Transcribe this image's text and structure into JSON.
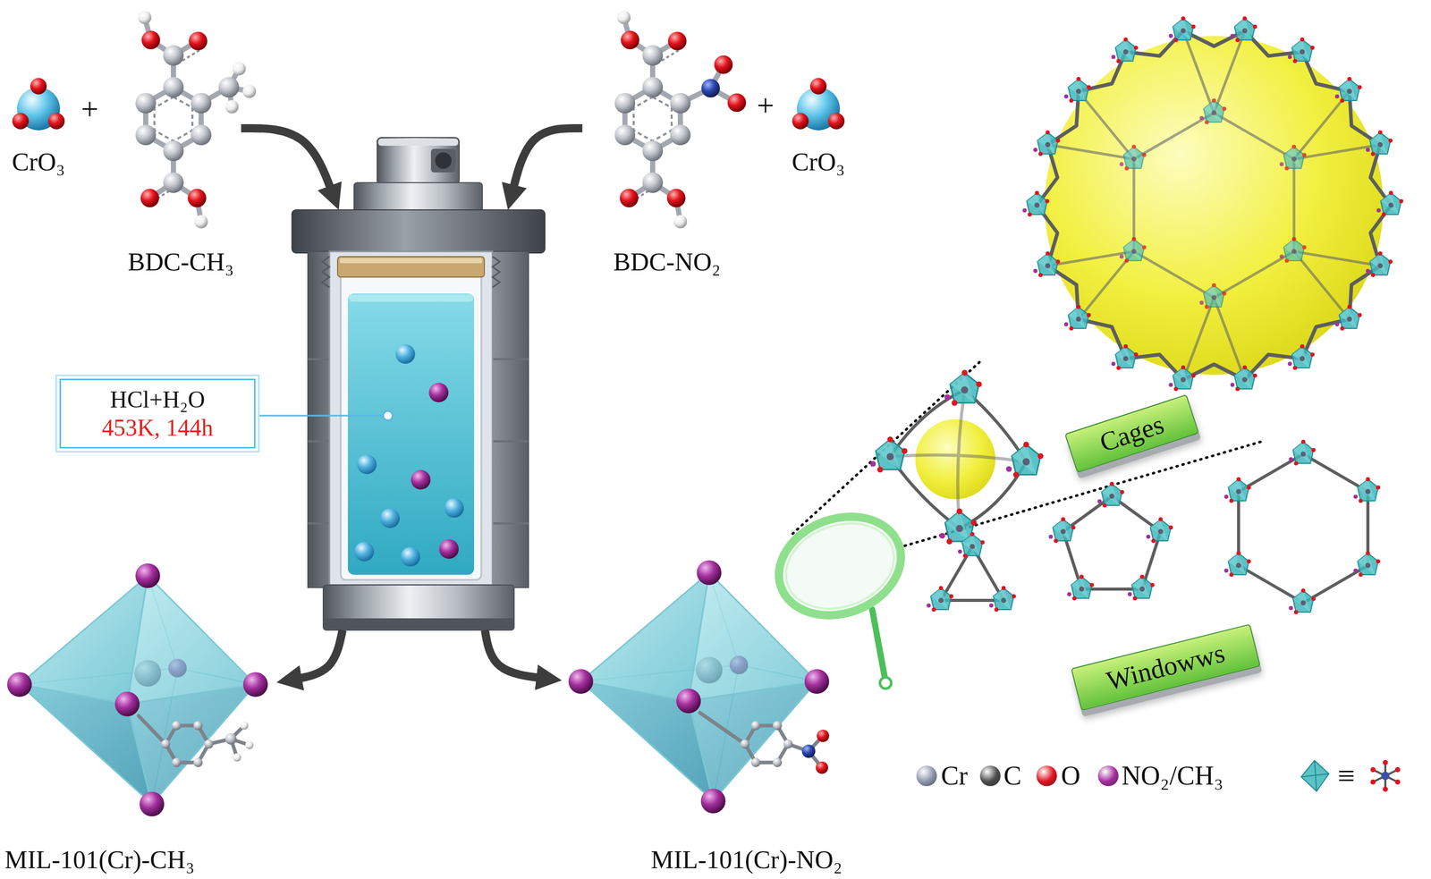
{
  "diagram": {
    "nodes": [
      {
        "text": [
          "CrO₃"
        ]
      },
      {
        "text": [
          "BDC-CH₃"
        ]
      },
      {
        "text": [
          "BDC-NO₂"
        ]
      },
      {
        "text": [
          "CrO₃"
        ]
      },
      {
        "text": [
          "HCl+H₂O",
          "453K, 144h"
        ]
      },
      {
        "text": [
          "MIL-101(Cr)-CH₃"
        ]
      },
      {
        "text": [
          "MIL-101(Cr)-NO₂"
        ]
      },
      {
        "text": [
          "Cages"
        ]
      },
      {
        "text": [
          "Windowws"
        ]
      }
    ],
    "edges": [
      {
        "from": 1,
        "to": 4,
        "arrow": "to"
      },
      {
        "from": 2,
        "to": 4,
        "arrow": "to"
      },
      {
        "from": 4,
        "to": 5,
        "arrow": "to"
      },
      {
        "from": 4,
        "to": 6,
        "arrow": "to"
      }
    ],
    "labels": [
      "+",
      "+",
      "≡"
    ],
    "legend": [
      {
        "text": "Cr",
        "color": "#8f97ad"
      },
      {
        "text": "C",
        "color": "#4d4d4d"
      },
      {
        "text": "O",
        "color": "#e0141e"
      },
      {
        "text": "NO₂/CH₃",
        "color": "#a4309e"
      }
    ]
  }
}
